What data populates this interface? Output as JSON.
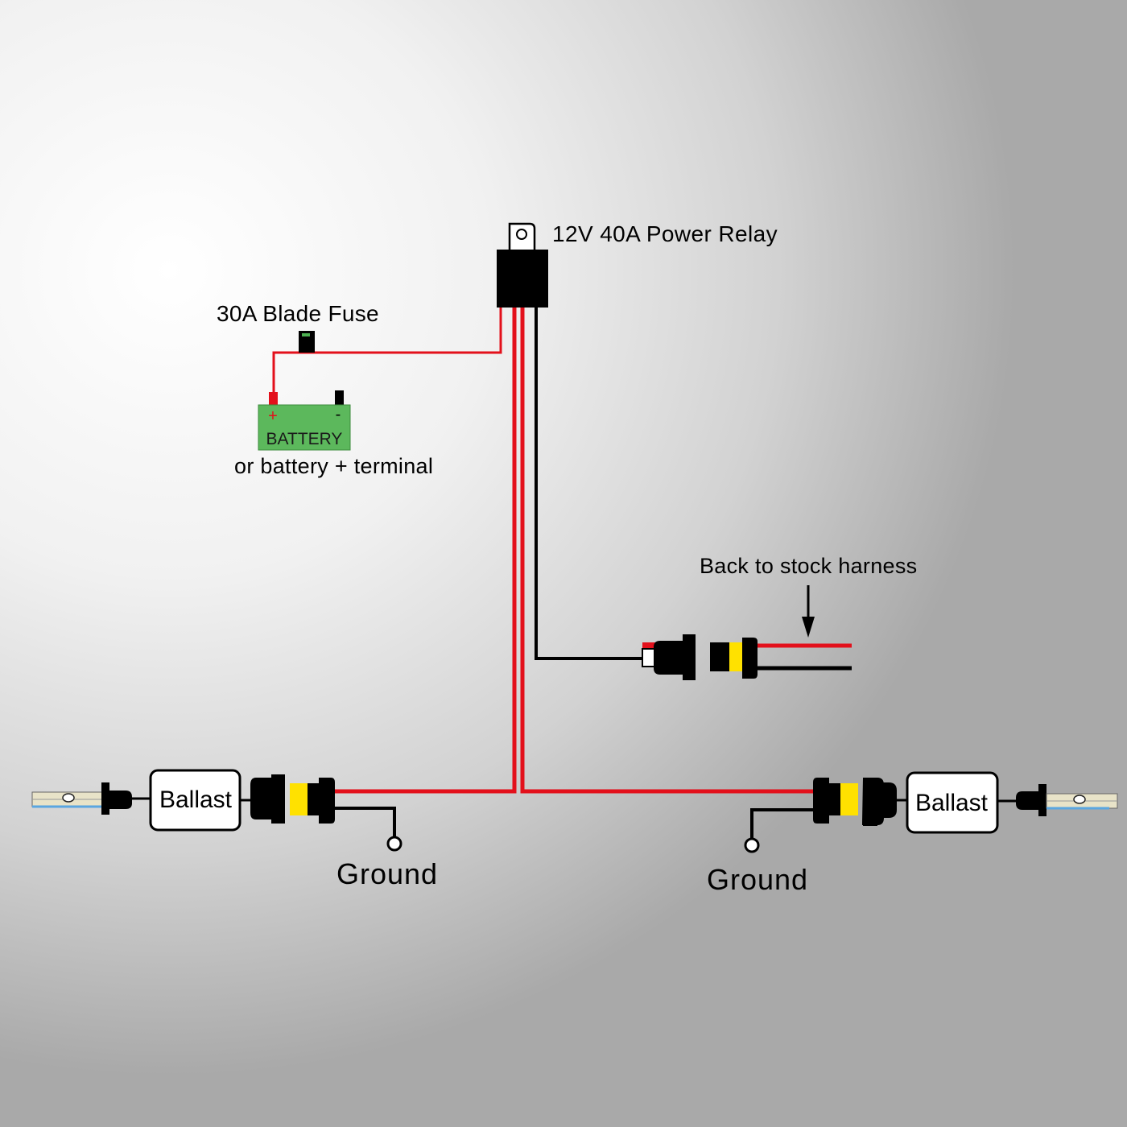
{
  "labels": {
    "relay": "12V 40A Power Relay",
    "fuse": "30A Blade Fuse",
    "battery": "BATTERY",
    "battery_plus": "+",
    "battery_minus": "-",
    "battery_alt": "or battery + terminal",
    "harness": "Back to stock harness",
    "ballast_left": "Ballast",
    "ballast_right": "Ballast",
    "ground_left": "Ground",
    "ground_right": "Ground"
  },
  "colors": {
    "wire_positive": "#e3101b",
    "wire_negative": "#000000",
    "battery_body": "#5cb85c",
    "connector_seal": "#ffe100",
    "ballast_box": "#ffffff"
  },
  "icons": {
    "relay": "relay-icon",
    "fuse": "blade-fuse-icon",
    "battery": "battery-icon",
    "bulb": "hid-bulb-icon",
    "connector": "waterproof-connector-icon",
    "ground": "ground-terminal-icon",
    "arrow": "arrow-down-icon"
  }
}
